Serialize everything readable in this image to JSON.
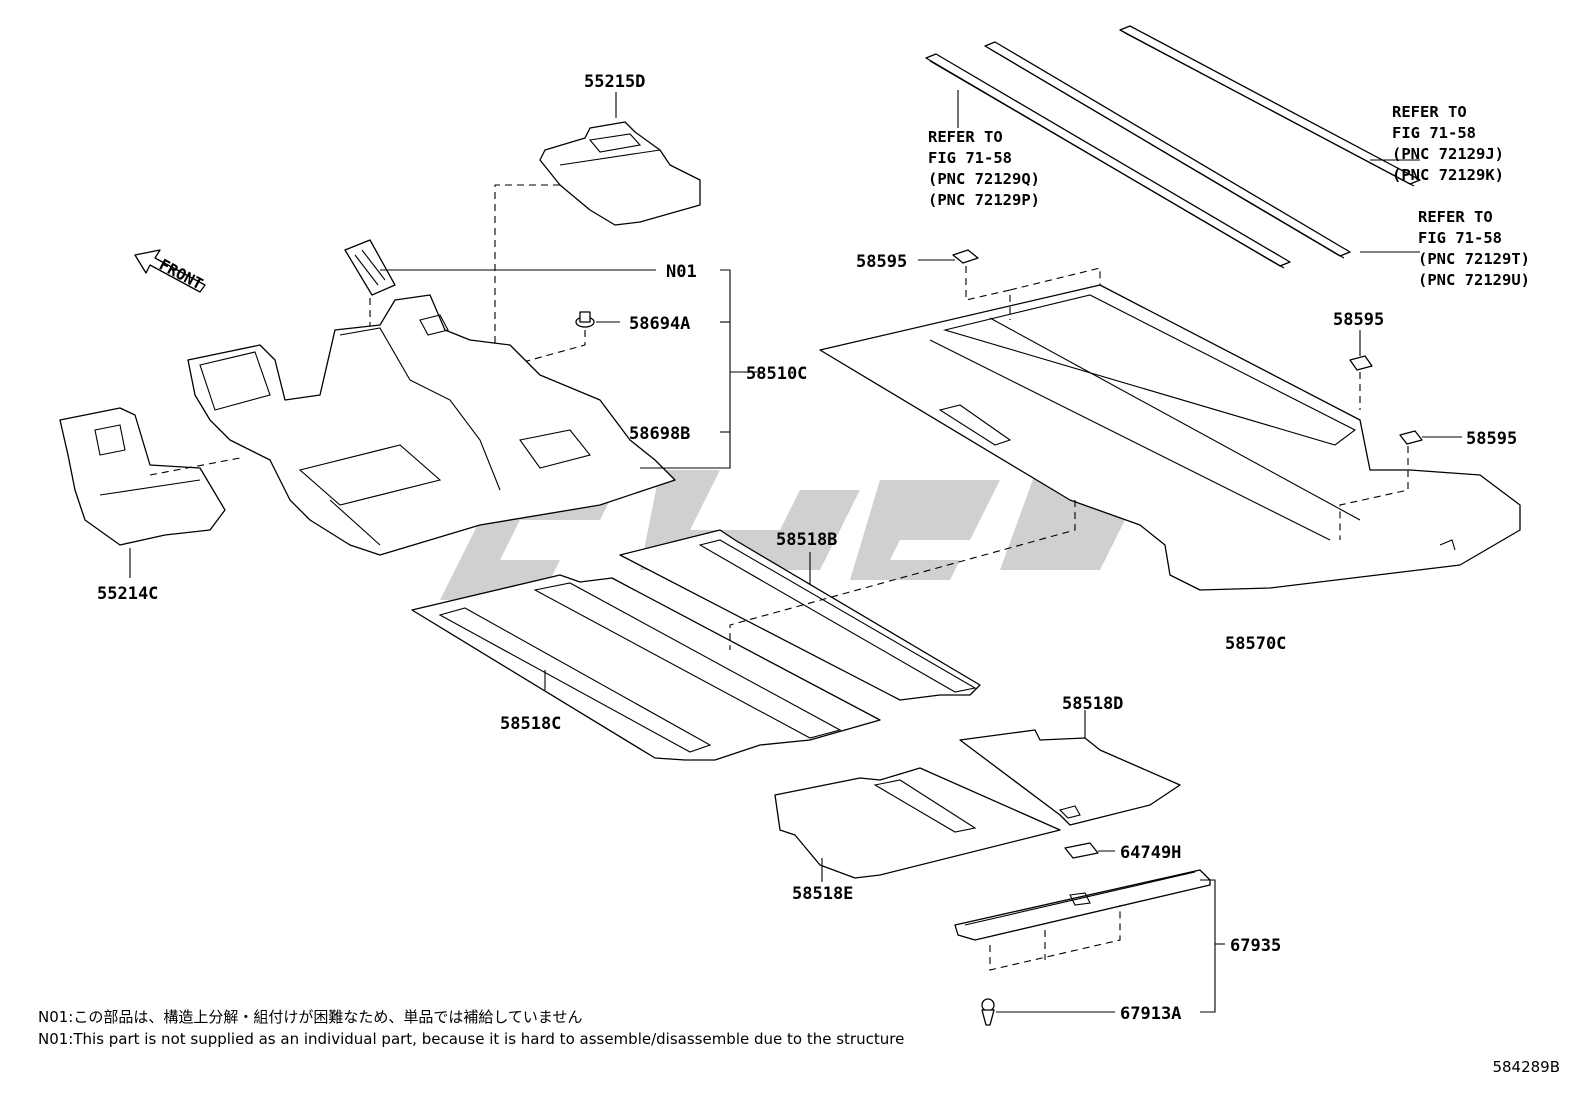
{
  "labels": {
    "p55215D": "55215D",
    "pN01": "N01",
    "p58694A": "58694A",
    "p58510C": "58510C",
    "p58698B": "58698B",
    "p55214C": "55214C",
    "p58518B": "58518B",
    "p58518C": "58518C",
    "p58595a": "58595",
    "p58595b": "58595",
    "p58595c": "58595",
    "p58570C": "58570C",
    "p58518D": "58518D",
    "p58518E": "58518E",
    "p64749H": "64749H",
    "p67935": "67935",
    "p67913A": "67913A",
    "front": "FRONT"
  },
  "refers": {
    "left": [
      "REFER TO",
      "FIG 71-58",
      "(PNC 72129Q)",
      "(PNC 72129P)"
    ],
    "right_top": [
      "REFER TO",
      "FIG 71-58",
      "(PNC 72129J)",
      "(PNC 72129K)"
    ],
    "right_mid": [
      "REFER TO",
      "FIG 71-58",
      "(PNC 72129T)",
      "(PNC 72129U)"
    ]
  },
  "notes": {
    "jp": "N01:この部品は、構造上分解・組付けが困難なため、単品では補給していません",
    "en": "N01:This part is not supplied as an individual part, because it is hard to assemble/disassemble due to the structure"
  },
  "figure_number": "584289B"
}
